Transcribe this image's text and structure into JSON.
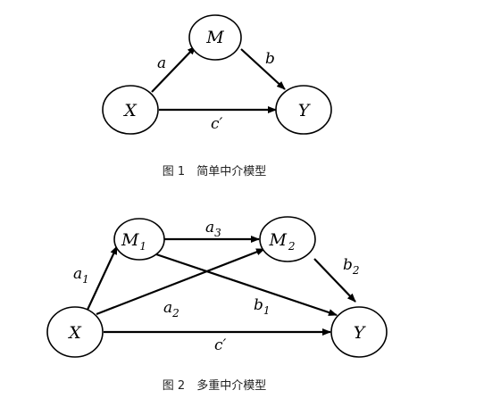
{
  "figure1": {
    "caption": "图 1　简单中介模型",
    "nodes": {
      "x": "X",
      "m": "M",
      "y": "Y"
    },
    "edges": {
      "a": "a",
      "b": "b",
      "c_prime": "c′"
    }
  },
  "figure2": {
    "caption": "图 2　多重中介模型",
    "nodes": {
      "x": "X",
      "m1": {
        "main": "M",
        "sub": "1"
      },
      "m2": {
        "main": "M",
        "sub": "2"
      },
      "y": "Y"
    },
    "edges": {
      "a1": {
        "main": "a",
        "sub": "1"
      },
      "a2": {
        "main": "a",
        "sub": "2"
      },
      "a3": {
        "main": "a",
        "sub": "3"
      },
      "b1": {
        "main": "b",
        "sub": "1"
      },
      "b2": {
        "main": "b",
        "sub": "2"
      },
      "c_prime": "c′"
    }
  }
}
